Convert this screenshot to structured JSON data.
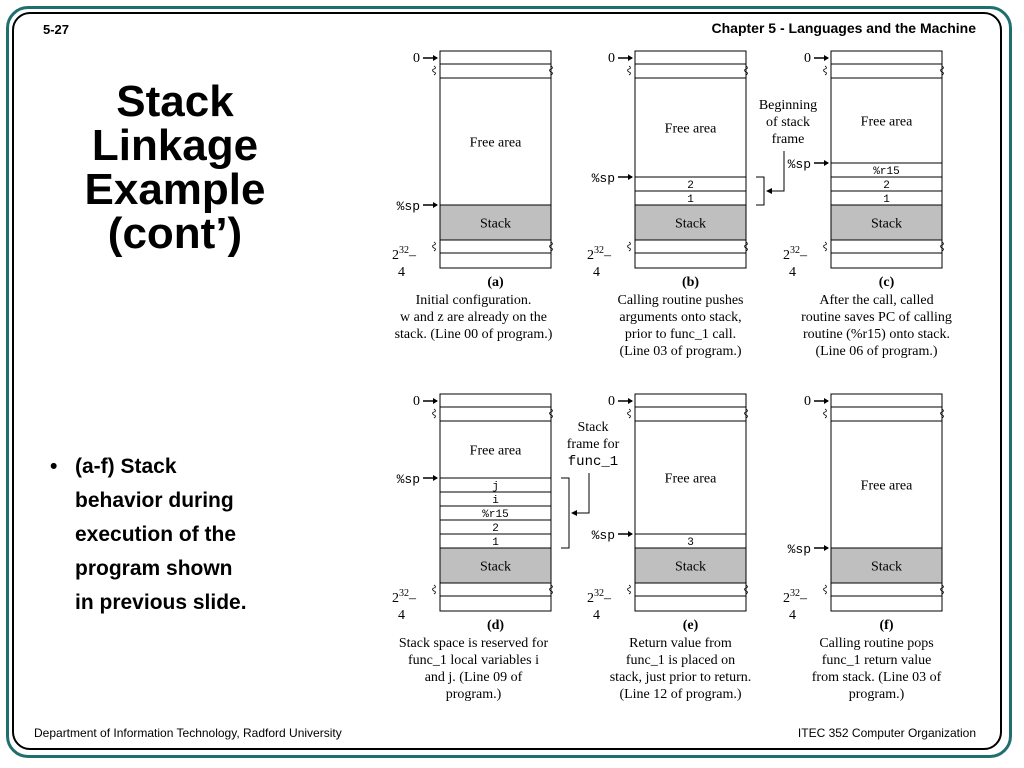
{
  "header": {
    "slide_number": "5-27",
    "chapter_title": "Chapter 5 - Languages and the Machine"
  },
  "title_lines": [
    "Stack",
    "Linkage",
    "Example",
    "(cont’)"
  ],
  "bullet": {
    "lines": [
      "(a-f) Stack",
      "behavior during",
      "execution of the",
      "program shown",
      "in previous slide."
    ]
  },
  "footer": {
    "left": "Department of Information Technology, Radford University",
    "right": "ITEC 352 Computer Organization"
  },
  "common_labels": {
    "zero": "0",
    "sp": "%sp",
    "free_area": "Free area",
    "stack": "Stack",
    "two32_base": "2",
    "two32_exp": "32",
    "minus": "–",
    "four": "4"
  },
  "panels": [
    {
      "id": "a",
      "letter": "(a)",
      "cells": [],
      "caption": [
        "Initial configuration.",
        "w and z are already on the",
        "stack. (Line 00 of program.)"
      ]
    },
    {
      "id": "b",
      "letter": "(b)",
      "cells": [
        "2",
        "1"
      ],
      "annotation": [
        "Beginning",
        "of stack",
        "frame"
      ],
      "caption": [
        "Calling routine pushes",
        "arguments onto stack,",
        "prior to func_1 call.",
        "(Line 03 of program.)"
      ]
    },
    {
      "id": "c",
      "letter": "(c)",
      "cells": [
        "%r15",
        "2",
        "1"
      ],
      "caption": [
        "After the call, called",
        "routine saves PC of calling",
        "routine (%r15) onto stack.",
        "(Line 06 of program.)"
      ]
    },
    {
      "id": "d",
      "letter": "(d)",
      "cells": [
        "j",
        "i",
        "%r15",
        "2",
        "1"
      ],
      "annotation": [
        "Stack",
        "frame for",
        "func_1"
      ],
      "caption": [
        "Stack space is reserved for",
        "func_1 local variables i",
        "and j. (Line 09 of",
        "program.)"
      ]
    },
    {
      "id": "e",
      "letter": "(e)",
      "cells": [
        "3"
      ],
      "caption": [
        "Return value from",
        "func_1 is placed on",
        "stack, just prior to return.",
        "(Line 12 of program.)"
      ]
    },
    {
      "id": "f",
      "letter": "(f)",
      "cells": [],
      "caption": [
        "Calling routine pops",
        "func_1 return value",
        "from stack. (Line 03 of",
        "program.)"
      ]
    }
  ]
}
